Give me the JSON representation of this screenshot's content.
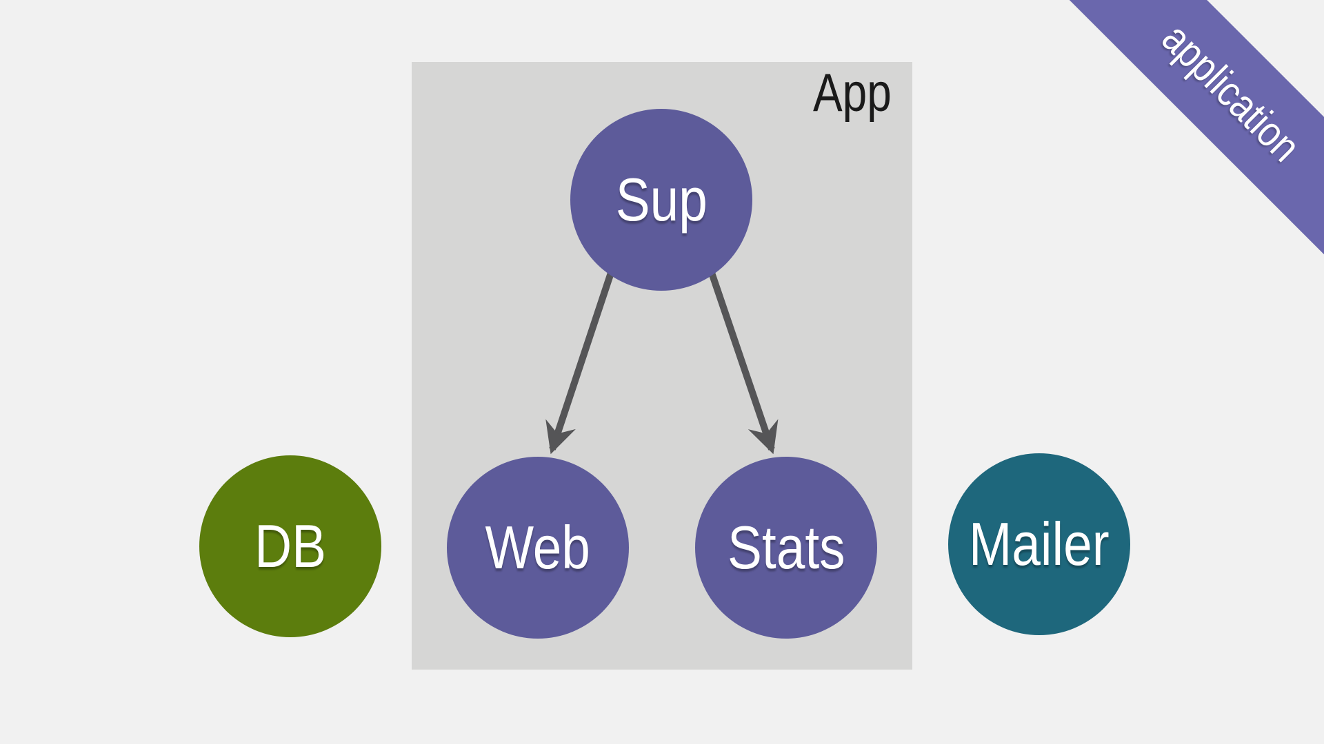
{
  "ribbon": {
    "label": "application",
    "background": "#6a67ad",
    "text_color": "#ffffff"
  },
  "app_box": {
    "label": "App",
    "background": "#d6d6d5",
    "label_color": "#1a1a1a"
  },
  "nodes": {
    "sup": {
      "label": "Sup",
      "color": "#5d5b9a",
      "text_color": "#ffffff",
      "inside_app": true
    },
    "web": {
      "label": "Web",
      "color": "#5d5b9a",
      "text_color": "#ffffff",
      "inside_app": true
    },
    "stats": {
      "label": "Stats",
      "color": "#5d5b9a",
      "text_color": "#ffffff",
      "inside_app": true
    },
    "db": {
      "label": "DB",
      "color": "#5c7d0d",
      "text_color": "#ffffff",
      "inside_app": false
    },
    "mailer": {
      "label": "Mailer",
      "color": "#1e677c",
      "text_color": "#ffffff",
      "inside_app": false
    }
  },
  "edges": [
    {
      "from": "Sup",
      "to": "Web"
    },
    {
      "from": "Sup",
      "to": "Stats"
    }
  ],
  "colors": {
    "background": "#f1f1f1",
    "arrow": "#555557"
  }
}
